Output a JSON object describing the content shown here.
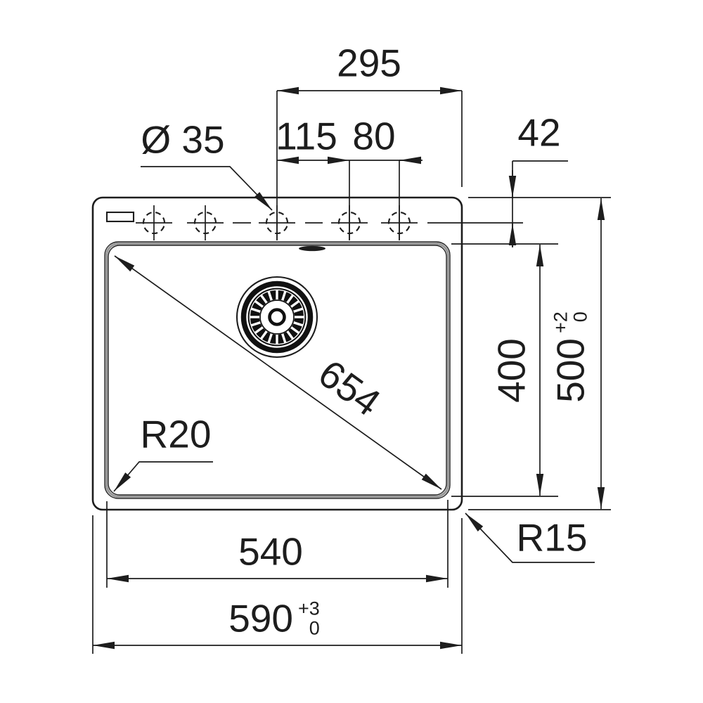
{
  "page": {
    "background_color": "#ffffff",
    "line_color": "#1d1d1d",
    "rim_color": "#9a9a9a",
    "description": "Technical dimension drawing of a kitchen sink, top view"
  },
  "dimensions": {
    "faucet_span": "295",
    "hole_pitch_left": "115",
    "hole_pitch_right": "80",
    "hole_diameter": "Ø 35",
    "rim_to_hole_center": "42",
    "bowl_diagonal": "654",
    "bowl_depth": "400",
    "overall_depth": {
      "value": "500",
      "tolerance_upper": "+2",
      "tolerance_lower": "0"
    },
    "bowl_corner_radius": "R20",
    "outer_corner_radius": "R15",
    "bowl_width": "540",
    "overall_width": {
      "value": "590",
      "tolerance_upper": "+3",
      "tolerance_lower": "0"
    }
  }
}
